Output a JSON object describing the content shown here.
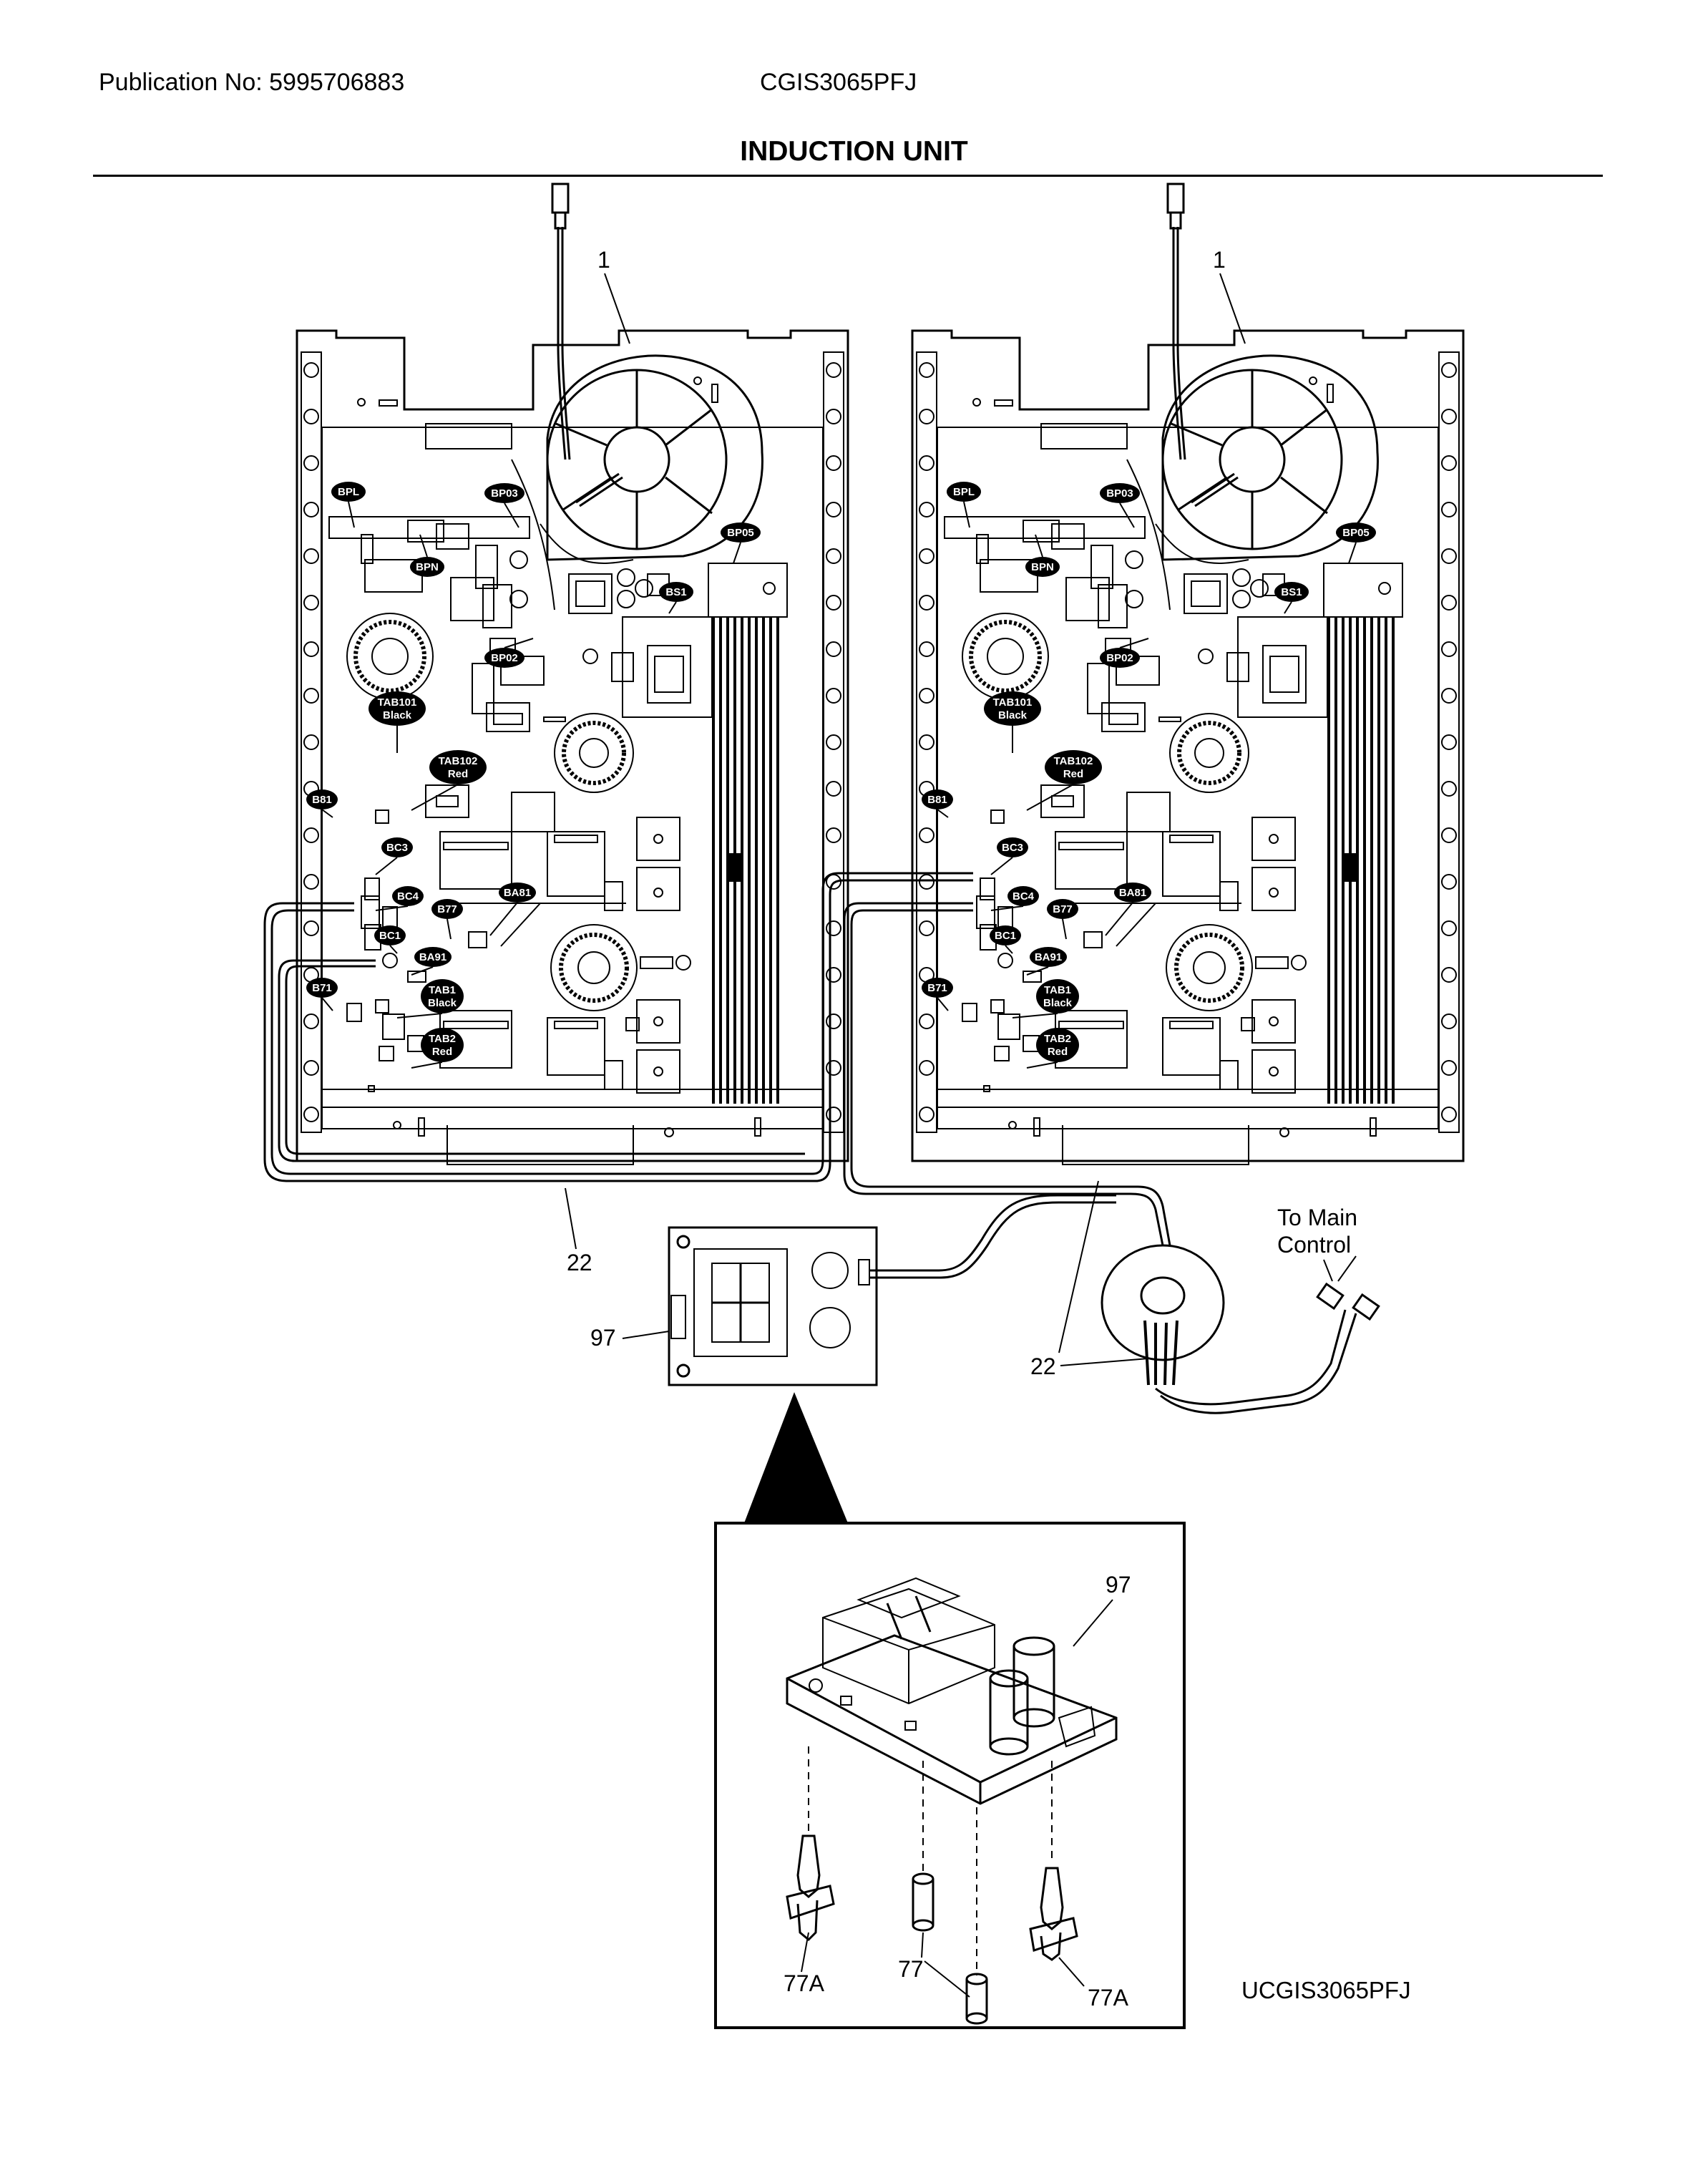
{
  "header": {
    "publication": "Publication No: 5995706883",
    "model": "CGIS3065PFJ",
    "title": "INDUCTION UNIT"
  },
  "callouts": {
    "generator": "1",
    "harness": "22",
    "board": "97",
    "spacer": "77",
    "support": "77A",
    "to_main_control": [
      "To Main",
      "Control"
    ]
  },
  "connector_tags": {
    "bpl": "BPL",
    "bp03": "BP03",
    "bpn": "BPN",
    "bp05": "BP05",
    "bs1": "BS1",
    "bp02": "BP02",
    "tab101": [
      "TAB101",
      "Black"
    ],
    "tab102": [
      "TAB102",
      "Red"
    ],
    "b81": "B81",
    "bc3": "BC3",
    "bc4": "BC4",
    "ba81": "BA81",
    "b77": "B77",
    "bc1": "BC1",
    "ba91": "BA91",
    "b71": "B71",
    "tab1": [
      "TAB1",
      "Black"
    ],
    "tab2": [
      "TAB2",
      "Red"
    ]
  },
  "footer": {
    "drawing_code": "UCGIS3065PFJ"
  }
}
